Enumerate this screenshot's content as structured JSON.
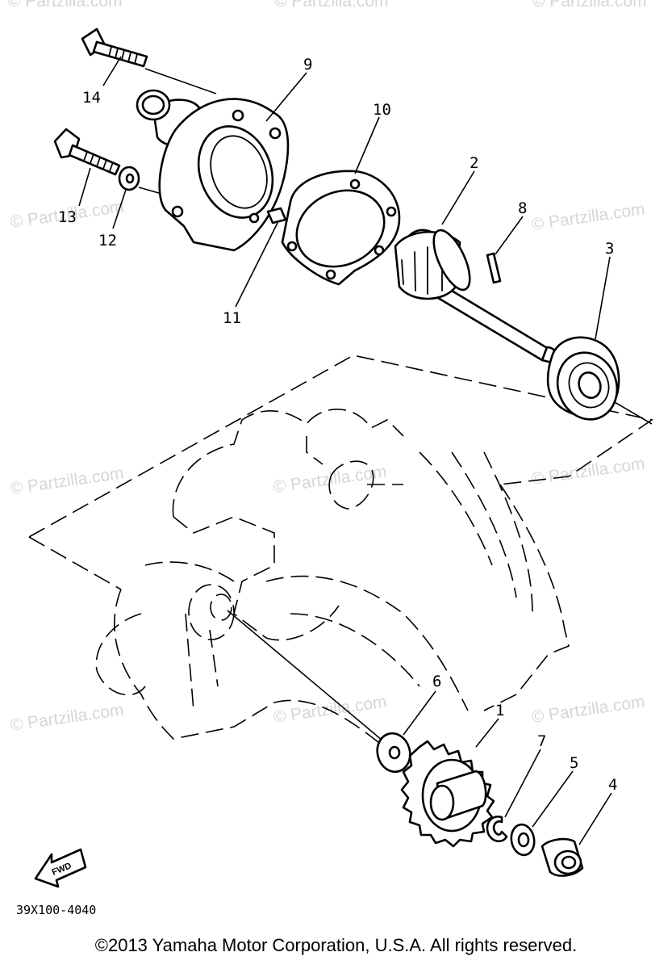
{
  "watermark": "© Partzilla.com",
  "callouts": {
    "p1": "1",
    "p2": "2",
    "p3": "3",
    "p4": "4",
    "p5": "5",
    "p6": "6",
    "p7": "7",
    "p8": "8",
    "p9": "9",
    "p10": "10",
    "p11": "11",
    "p12": "12",
    "p13": "13",
    "p14": "14"
  },
  "fwd_label": "FWD",
  "diagram_code": "39X100-4040",
  "copyright": "©2013  Yamaha Motor Corporation, U.S.A. All rights reserved."
}
